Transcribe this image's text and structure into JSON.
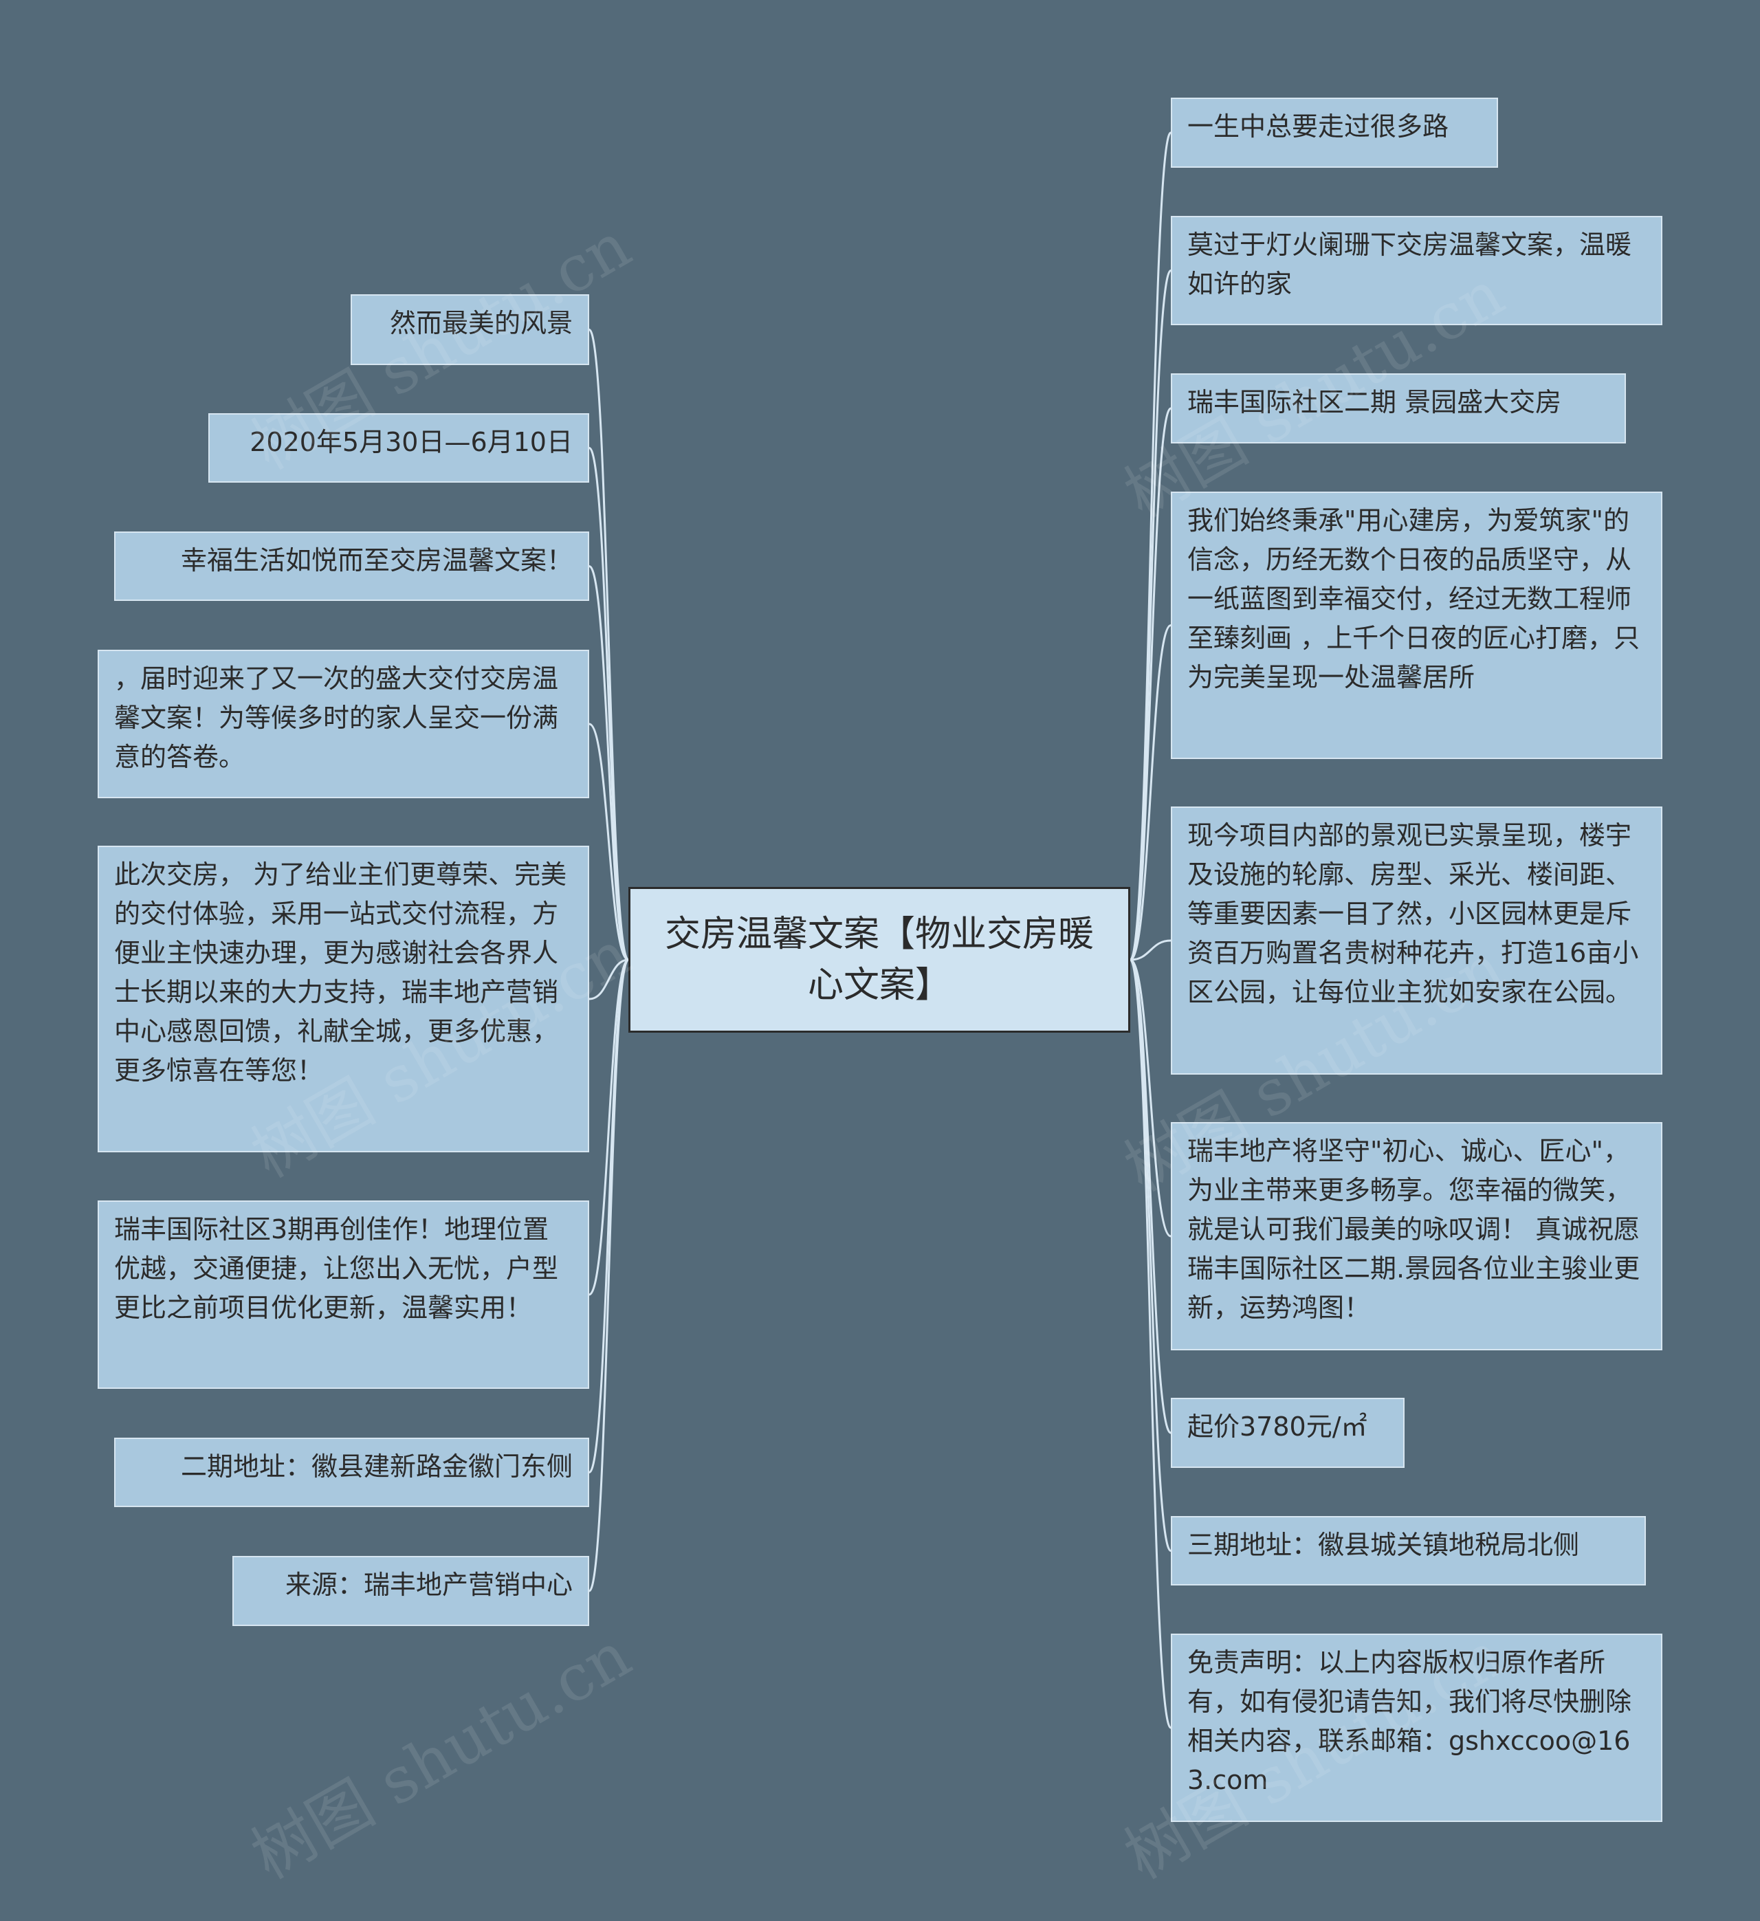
{
  "root": {
    "label": "交房温馨文案【物业交房暖心文案】"
  },
  "watermark": "树图 shutu.cn",
  "left_nodes": [
    {
      "label": "然而最美的风景"
    },
    {
      "label": "2020年5月30日—6月10日"
    },
    {
      "label": "幸福生活如悦而至交房温馨文案！"
    },
    {
      "label": "，届时迎来了又一次的盛大交付交房温馨文案！为等候多时的家人呈交一份满意的答卷。"
    },
    {
      "label": "此次交房，  为了给业主们更尊荣、完美的交付体验，采用一站式交付流程，方便业主快速办理，更为感谢社会各界人士长期以来的大力支持，瑞丰地产营销中心感恩回馈，礼献全城，更多优惠，更多惊喜在等您！"
    },
    {
      "label": "瑞丰国际社区3期再创佳作！地理位置优越，交通便捷，让您出入无忧，户型更比之前项目优化更新，温馨实用！"
    },
    {
      "label": "二期地址：徽县建新路金徽门东侧"
    },
    {
      "label": "来源：瑞丰地产营销中心"
    }
  ],
  "right_nodes": [
    {
      "label": "一生中总要走过很多路"
    },
    {
      "label": "莫过于灯火阑珊下交房温馨文案，温暖如许的家"
    },
    {
      "label": "瑞丰国际社区二期 景园盛大交房"
    },
    {
      "label": "我们始终秉承\"用心建房，为爱筑家\"的信念，历经无数个日夜的品质坚守，从一纸蓝图到幸福交付，经过无数工程师至臻刻画 ，上千个日夜的匠心打磨，只为完美呈现一处温馨居所"
    },
    {
      "label": "现今项目内部的景观已实景呈现，楼宇及设施的轮廓、房型、采光、楼间距、等重要因素一目了然，小区园林更是斥资百万购置名贵树种花卉，打造16亩小区公园，让每位业主犹如安家在公园。"
    },
    {
      "label": "瑞丰地产将坚守\"初心、诚心、匠心\"，为业主带来更多畅享。您幸福的微笑，就是认可我们最美的咏叹调！  真诚祝愿瑞丰国际社区二期.景园各位业主骏业更新，运势鸿图！"
    },
    {
      "label": "起价3780元/㎡"
    },
    {
      "label": "三期地址：徽县城关镇地税局北侧"
    },
    {
      "label": "免责声明：以上内容版权归原作者所有，如有侵犯请告知，我们将尽快删除相关内容，联系邮箱：gshxccoo@163.com"
    }
  ],
  "colors": {
    "background": "#546a79",
    "node_fill": "#a9c8de",
    "node_border": "#d7e6f1",
    "root_fill": "#cfe3f1",
    "link": "#d7e6f1"
  }
}
